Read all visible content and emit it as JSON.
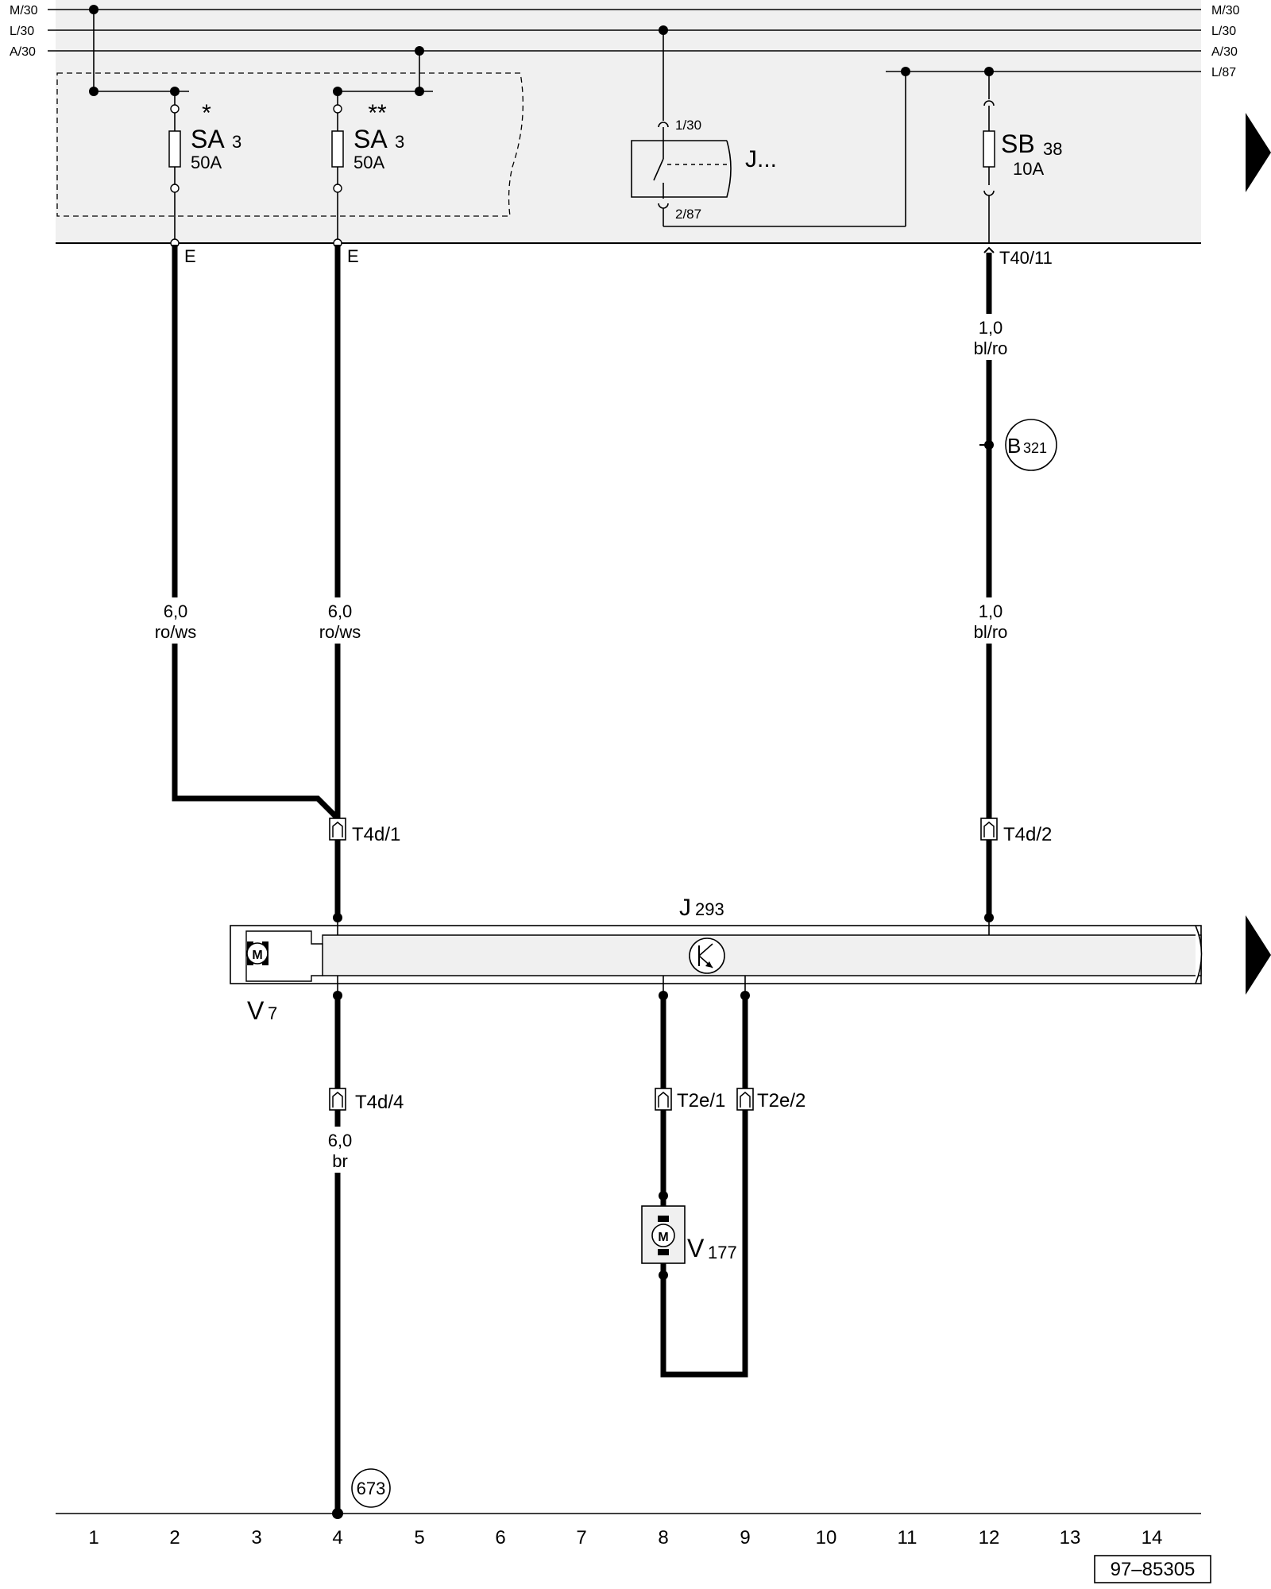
{
  "rails": {
    "left": [
      "M/30",
      "L/30",
      "A/30"
    ],
    "right": [
      "M/30",
      "L/30",
      "A/30",
      "L/87"
    ]
  },
  "fuses": {
    "sa3_a": {
      "mark": "*",
      "name": "SA",
      "sub": "3",
      "rating": "50A",
      "terminal": "E"
    },
    "sa3_b": {
      "mark": "**",
      "name": "SA",
      "sub": "3",
      "rating": "50A",
      "terminal": "E"
    },
    "sb38": {
      "name": "SB",
      "sub": "38",
      "rating": "10A"
    }
  },
  "relay": {
    "name": "J...",
    "pin_in": "1/30",
    "pin_out": "2/87"
  },
  "connectors": {
    "t40_11": "T40/11",
    "t4d_1": "T4d/1",
    "t4d_2": "T4d/2",
    "t4d_4": "T4d/4",
    "t2e_1": "T2e/1",
    "t2e_2": "T2e/2"
  },
  "wires": {
    "w1": {
      "size": "6,0",
      "color": "ro/ws"
    },
    "w2": {
      "size": "6,0",
      "color": "ro/ws"
    },
    "w3": {
      "size": "1,0",
      "color": "bl/ro"
    },
    "w4": {
      "size": "1,0",
      "color": "bl/ro"
    },
    "w5": {
      "size": "6,0",
      "color": "br"
    }
  },
  "points": {
    "b321": {
      "name": "B",
      "sub": "321"
    },
    "ground_673": "673"
  },
  "components": {
    "j293": {
      "name": "J",
      "sub": "293"
    },
    "v7": {
      "name": "V",
      "sub": "7",
      "motor": "M"
    },
    "v177": {
      "name": "V",
      "sub": "177",
      "motor": "M"
    }
  },
  "tracks": [
    "1",
    "2",
    "3",
    "4",
    "5",
    "6",
    "7",
    "8",
    "9",
    "10",
    "11",
    "12",
    "13",
    "14"
  ],
  "footer": {
    "ref": "97–85305"
  },
  "colors": {
    "panel": "#f0f0f0",
    "wire": "#000000"
  }
}
